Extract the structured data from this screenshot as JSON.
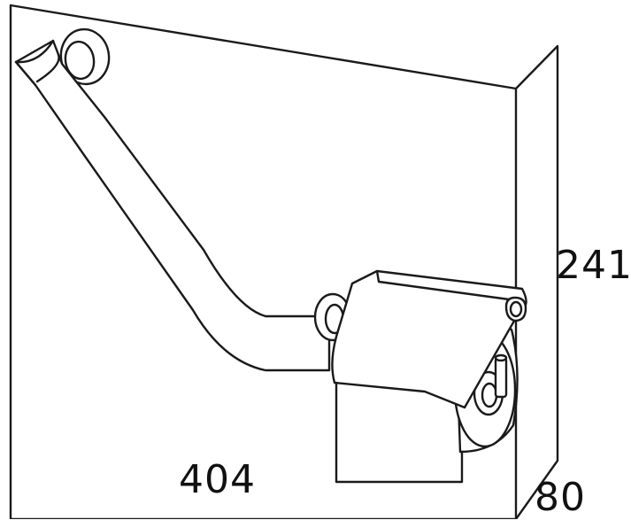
{
  "dimensions": {
    "width": "404",
    "height": "241",
    "depth": "80"
  }
}
